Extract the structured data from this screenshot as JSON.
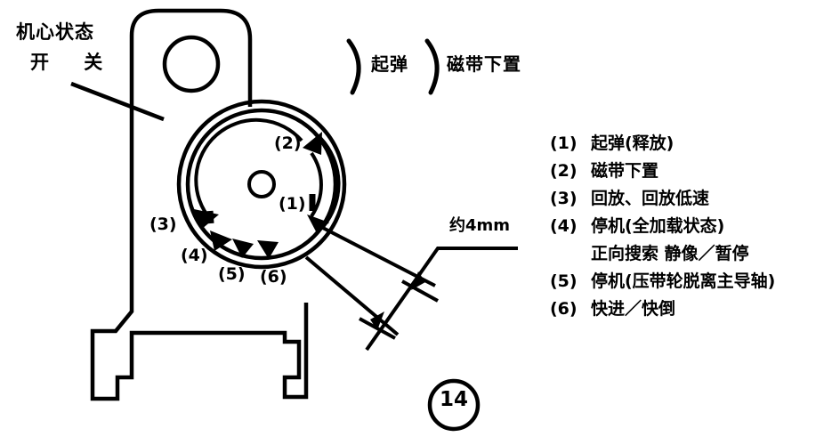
{
  "figure": {
    "number": "⑭",
    "number_plain": "14"
  },
  "annotations": {
    "title_line1": "机心状态",
    "title_line2": "开 关",
    "caption_eject": "起弹",
    "caption_tape_down": "磁带下置",
    "dimension_note": "约4mm"
  },
  "dial": {
    "markers": [
      {
        "id": "1",
        "label": "(1)",
        "angle_deg": 20
      },
      {
        "id": "2",
        "label": "(2)",
        "angle_deg": -35
      },
      {
        "id": "3",
        "label": "(3)",
        "angle_deg": 208
      },
      {
        "id": "4",
        "label": "(4)",
        "angle_deg": 228
      },
      {
        "id": "5",
        "label": "(5)",
        "angle_deg": 248
      },
      {
        "id": "6",
        "label": "(6)",
        "angle_deg": 268
      }
    ],
    "num_1": "(1)",
    "num_2": "(2)",
    "num_3": "(3)",
    "num_4": "(4)",
    "num_5": "(5)",
    "num_6": "(6)"
  },
  "legend": {
    "items": [
      {
        "index": "(1)",
        "text": "起弹(释放)"
      },
      {
        "index": "(2)",
        "text": "磁带下置"
      },
      {
        "index": "(3)",
        "text": "回放、回放低速"
      },
      {
        "index": "(4)",
        "text": "停机(全加载状态)"
      },
      {
        "index": "",
        "text": "正向搜索 静像／暂停",
        "continuation": true
      },
      {
        "index": "(5)",
        "text": "停机(压带轮脱离主导轴)"
      },
      {
        "index": "(6)",
        "text": "快进／快倒"
      }
    ]
  },
  "colors": {
    "ink": "#000000",
    "paper": "#ffffff"
  }
}
